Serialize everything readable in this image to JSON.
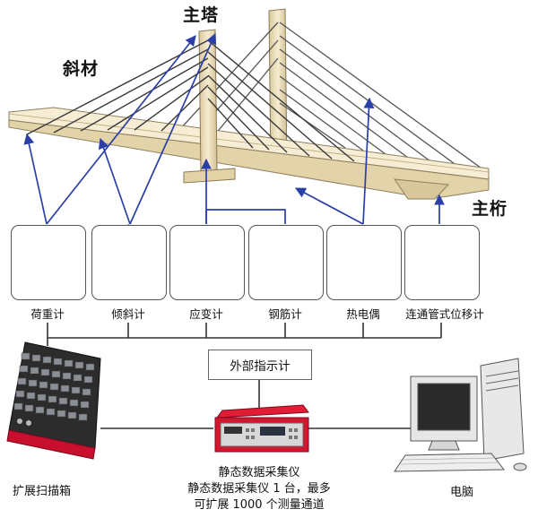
{
  "labels": {
    "main_tower": "主塔",
    "stay_cable": "斜材",
    "main_girder": "主桁"
  },
  "sensors": [
    {
      "name": "荷重计",
      "icon": "load-cell-icon"
    },
    {
      "name": "倾斜计",
      "icon": "inclinometer-icon"
    },
    {
      "name": "应变计",
      "icon": "strain-gauge-icon"
    },
    {
      "name": "钢筋计",
      "icon": "rebar-meter-icon"
    },
    {
      "name": "热电偶",
      "icon": "thermocouple-icon"
    },
    {
      "name": "连通管式位移计",
      "icon": "displacement-meter-icon"
    }
  ],
  "external_indicator": "外部指示计",
  "devices": {
    "scanner_box": "扩展扫描箱",
    "logger_line1": "静态数据采集仪",
    "logger_line2": "静态数据采集仪 1 台，最多",
    "logger_line3": "可扩展 1000 个测量通道",
    "computer": "电脑"
  },
  "colors": {
    "arrow": "#2b3fa8",
    "deck": "#f1e6c6",
    "tower": "#efe2c0",
    "cable": "#444444",
    "device_red": "#c8102e"
  }
}
